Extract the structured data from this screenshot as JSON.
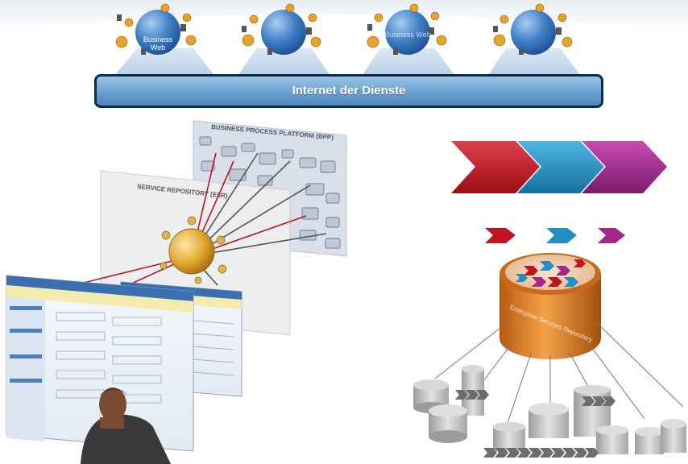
{
  "banner": {
    "label": "Internet der Dienste"
  },
  "business_webs": [
    {
      "label": "Business\nWeb"
    },
    {
      "label": ""
    },
    {
      "label": "Business Web"
    },
    {
      "label": ""
    }
  ],
  "bpp_panel": {
    "title": "BUSINESS PROCESS PLATFORM (BPP)"
  },
  "esr_panel": {
    "title": "SERVICE REPOSITORY (ESR)"
  },
  "repository": {
    "label": "Enterprise Services Repository"
  },
  "colors": {
    "banner_start": "#9ec5e6",
    "banner_end": "#4f86ba",
    "banner_border": "#0d2a4a",
    "chevron_red": "#c0141e",
    "chevron_blue": "#1f8fc4",
    "chevron_purple": "#a3278f",
    "repository_orange": "#e07a1c"
  },
  "icons": [
    "globe-icon",
    "person-icon",
    "chevron-icon",
    "database-icon",
    "server-icon",
    "hub-icon"
  ]
}
